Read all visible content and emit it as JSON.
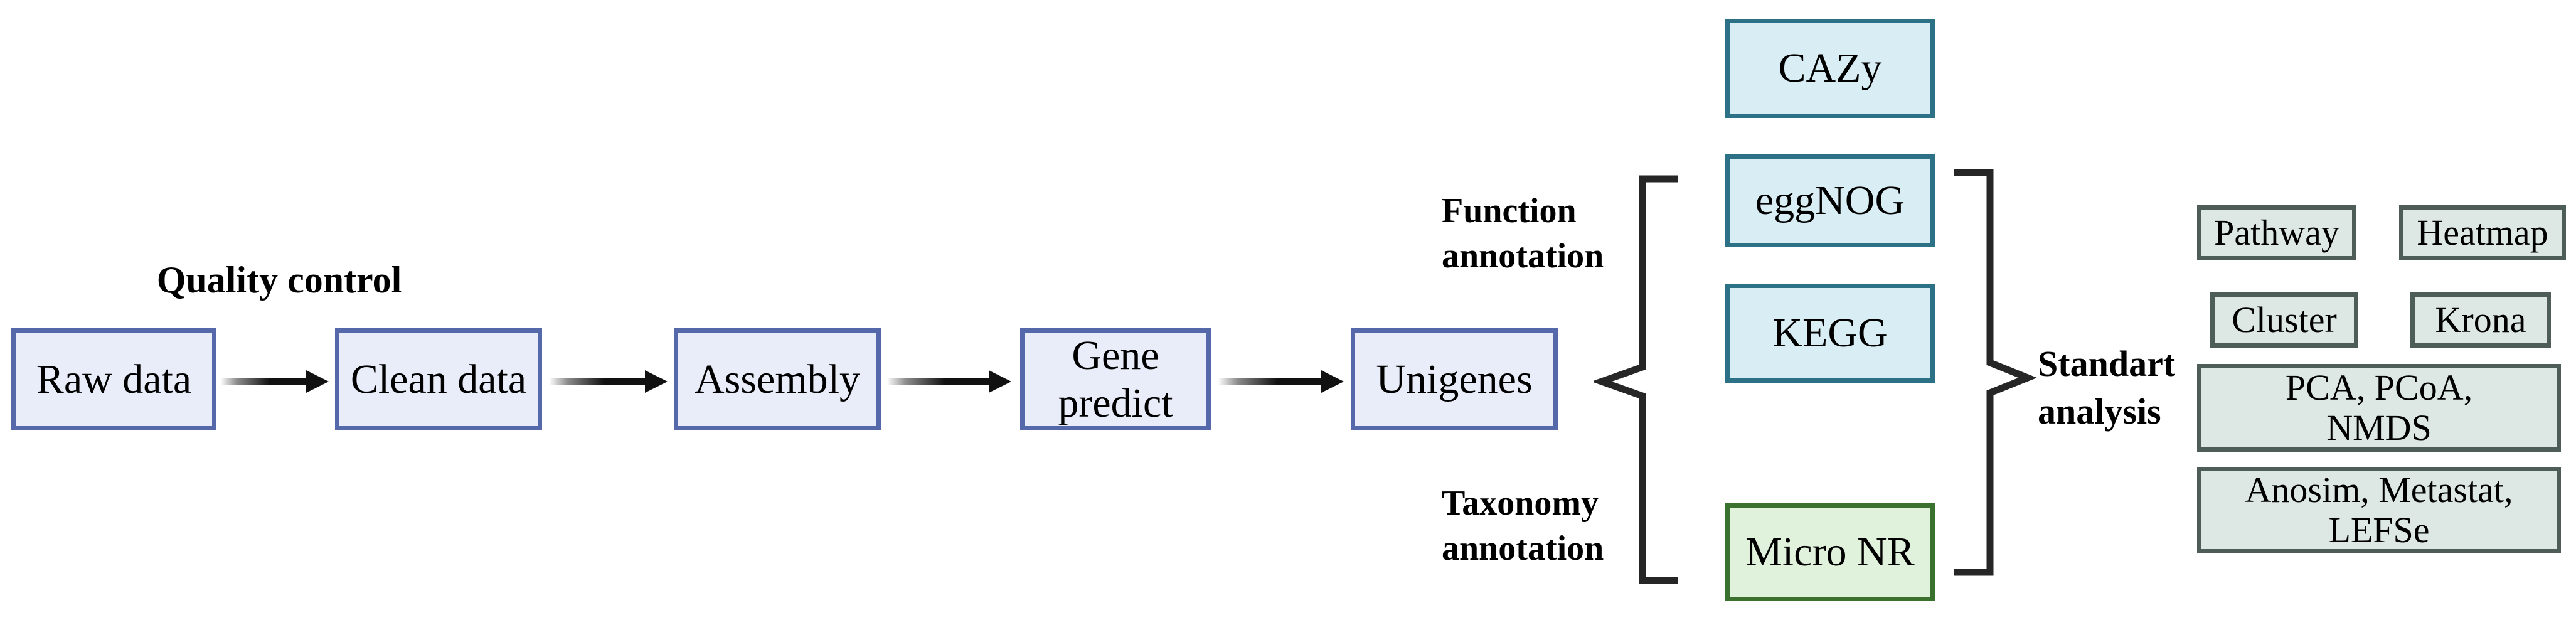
{
  "pipeline": {
    "quality_control_label": "Quality control",
    "raw_data": "Raw data",
    "clean_data": "Clean data",
    "assembly": "Assembly",
    "gene_predict": "Gene predict",
    "unigenes": "Unigenes"
  },
  "annotation": {
    "function": {
      "line1": "Function",
      "line2": "annotation"
    },
    "taxonomy": {
      "line1": "Taxonomy",
      "line2": "annotation"
    },
    "cazy": "CAZy",
    "eggnog": "eggNOG",
    "kegg": "KEGG",
    "micro_nr": "Micro NR"
  },
  "analysis": {
    "label": {
      "line1": "Standart",
      "line2": "analysis"
    },
    "pathway": "Pathway",
    "heatmap": "Heatmap",
    "cluster": "Cluster",
    "krona": "Krona",
    "ordination": {
      "line1": "PCA, PCoA,",
      "line2": "NMDS"
    },
    "stats": {
      "line1": "Anosim, Metastat,",
      "line2": "LEFSe"
    }
  },
  "colors": {
    "flow_box_fill": "#e9edf9",
    "flow_box_border": "#5568aa",
    "function_db_fill": "#d9edf4",
    "function_db_border": "#2d7186",
    "taxonomy_db_fill": "#e0f2db",
    "taxonomy_db_border": "#3a712f",
    "analysis_box_fill": "#dde8e4",
    "analysis_box_border": "#4f5d59",
    "arrow_color": "#111111",
    "bracket_color": "#262626",
    "text_color": "#000000",
    "background": "#ffffff"
  }
}
